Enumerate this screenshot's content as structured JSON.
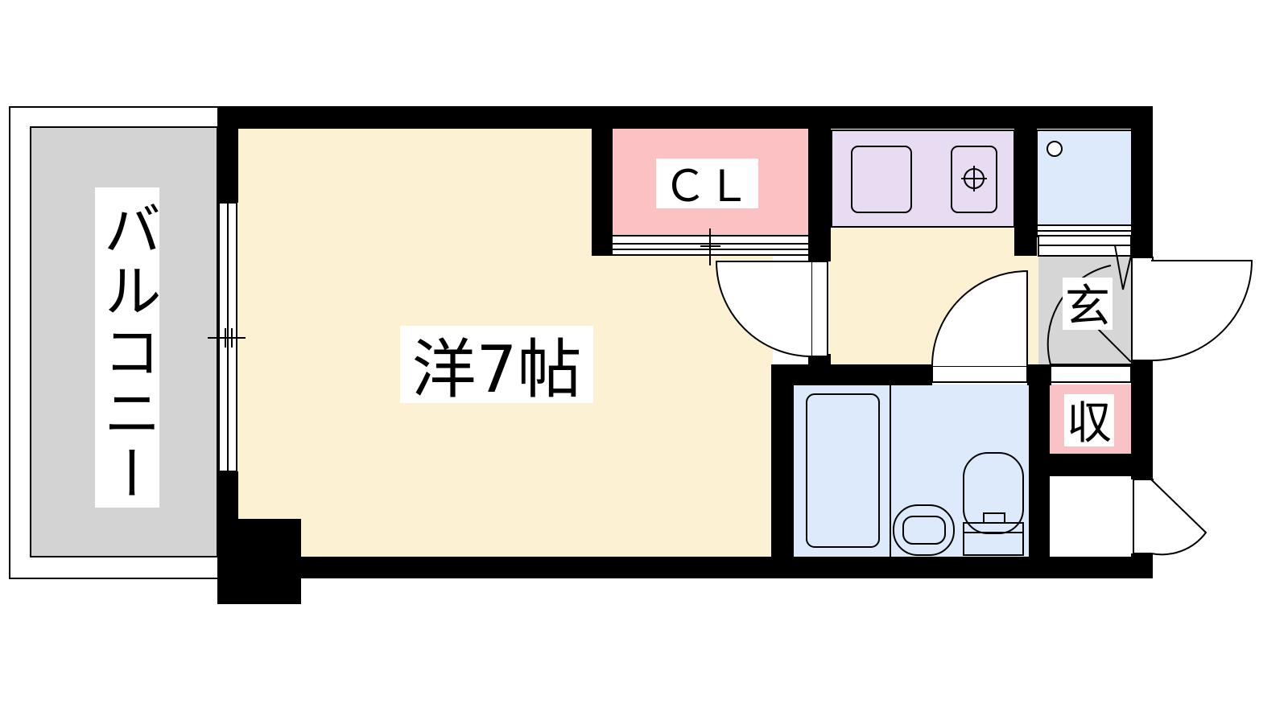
{
  "floorplan": {
    "rooms": {
      "balcony": "バルコニー",
      "western_room": "洋7帖",
      "closet": "ＣＬ",
      "entrance": "玄",
      "storage": "収"
    },
    "colors": {
      "wall": "#000000",
      "balcony_floor": "#d3d3d3",
      "room_floor": "#fdf1d4",
      "closet_fill": "#fcc1c3",
      "storage_fill": "#f9c2c4",
      "kitchen_fill": "#e8dcf2",
      "wet_area_fill": "#dceafb",
      "entrance_fill": "#d6d6d6"
    }
  }
}
